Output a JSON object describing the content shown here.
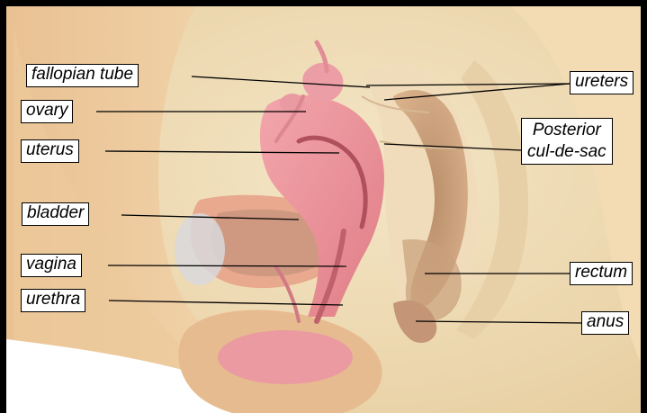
{
  "labels": {
    "fallopian_tube": "fallopian tube",
    "ovary": "ovary",
    "uterus": "uterus",
    "bladder": "bladder",
    "vagina": "vagina",
    "urethra": "urethra",
    "ureters": "ureters",
    "posterior_line1": "Posterior",
    "posterior_line2": "cul-de-sac",
    "rectum": "rectum",
    "anus": "anus"
  },
  "colors": {
    "frame": "#000000",
    "skin": "#e8bf92",
    "background_tissue": "#f1e2c2",
    "pink_organ": "#e98c93",
    "rectum": "#c99a6f",
    "leader_line": "#000000"
  }
}
